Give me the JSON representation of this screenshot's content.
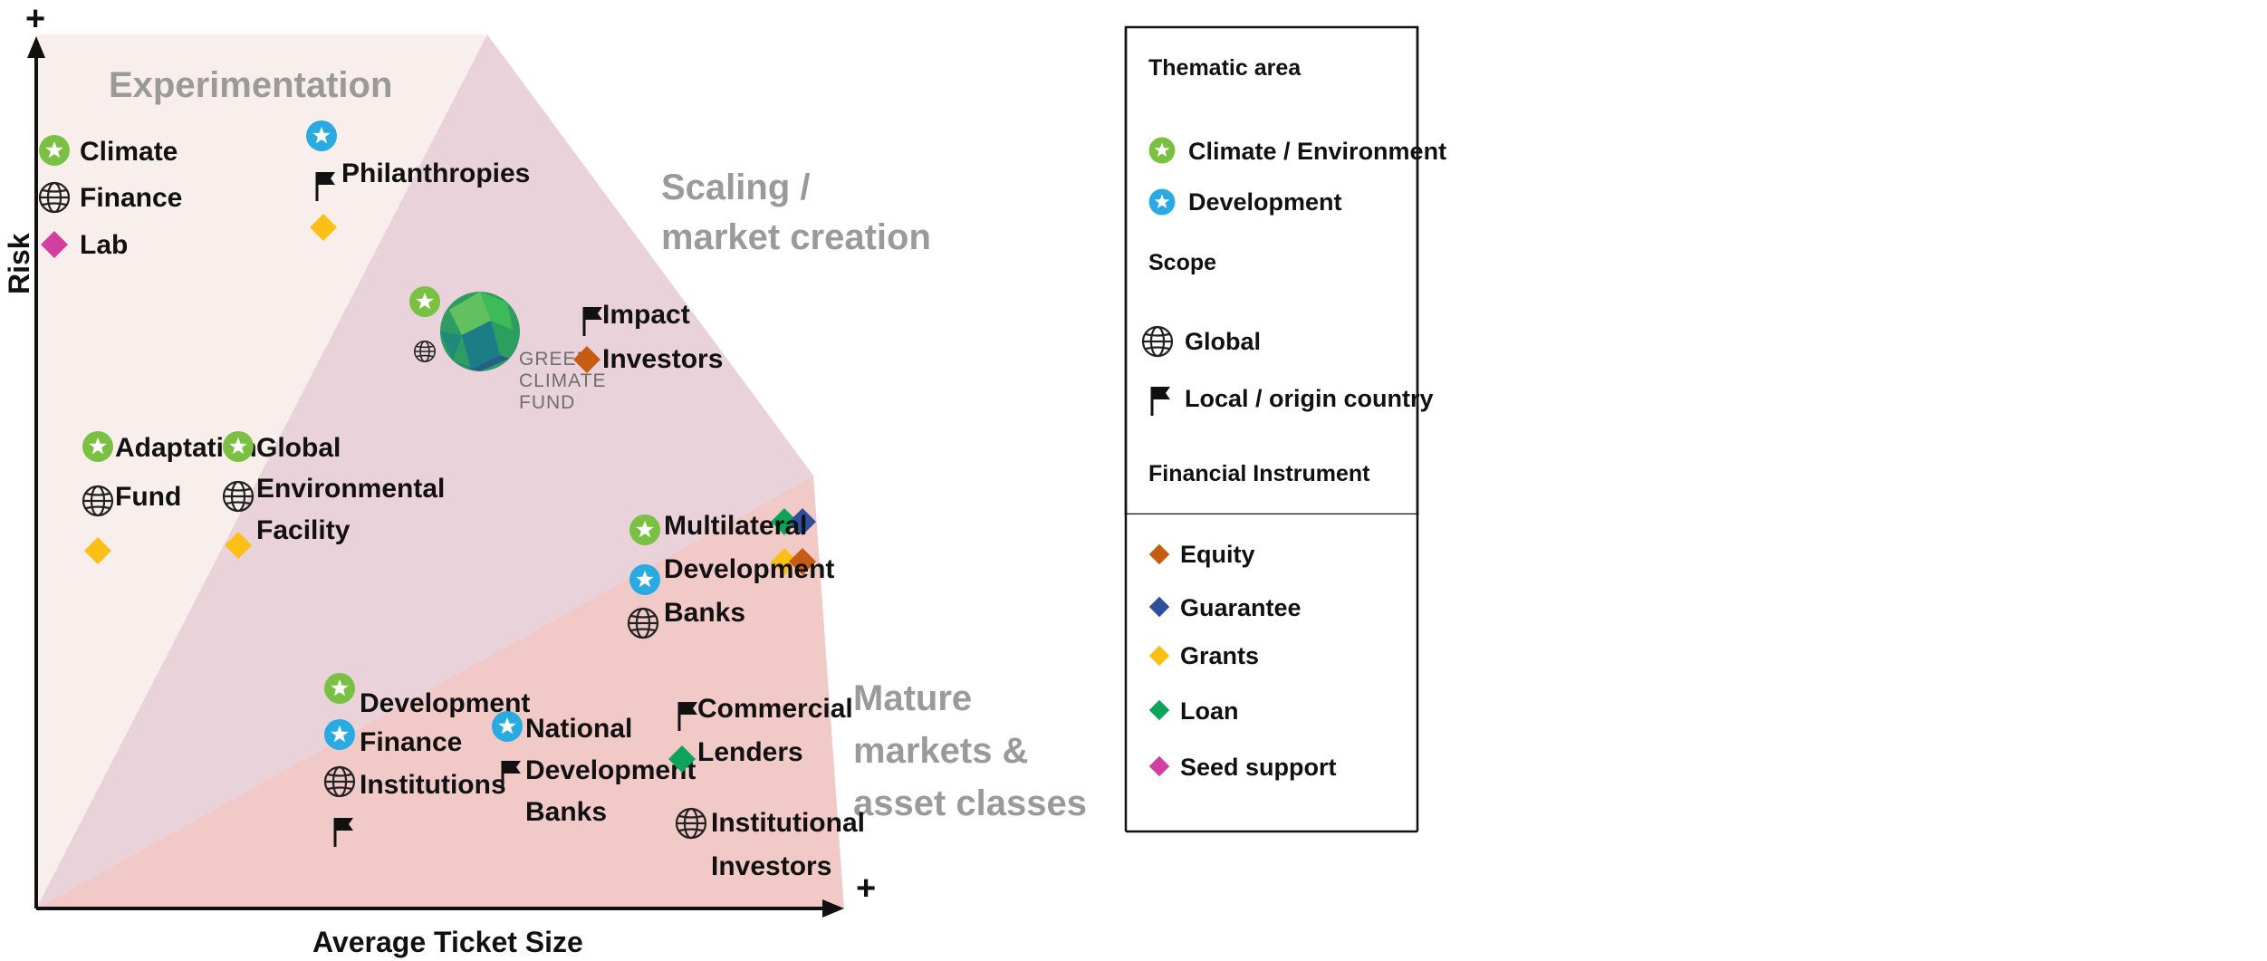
{
  "colors": {
    "climate": "#7ac143",
    "development": "#29aae1",
    "equity": "#c75b12",
    "guarantee": "#2f4f9c",
    "grants": "#fbbf16",
    "loan": "#0ba45a",
    "seed": "#d23fa0",
    "zone_experimentation": "#f8efec",
    "zone_scaling": "#e9d2da",
    "zone_mature": "#f1c9c7"
  },
  "axes": {
    "x_title": "Average Ticket Size",
    "y_title": "Risk",
    "x_plus": "+",
    "y_plus": "+"
  },
  "zones": {
    "experimentation": "Experimentation",
    "scaling_1": "Scaling /",
    "scaling_2": "market creation",
    "mature_1": "Mature",
    "mature_2": "markets &",
    "mature_3": "asset classes"
  },
  "actors": {
    "cfl": [
      "Climate",
      "Finance",
      "Lab"
    ],
    "phil": "Philanthropies",
    "gcf": [
      "GREEN",
      "CLIMATE",
      "FUND"
    ],
    "impact": [
      "Impact",
      "Investors"
    ],
    "adapt": [
      "Adaptation",
      "Fund"
    ],
    "gef": [
      "Global",
      "Environmental",
      "Facility"
    ],
    "mdb": [
      "Multilateral",
      "Development",
      "Banks"
    ],
    "dfi": [
      "Development",
      "Finance",
      "Institutions"
    ],
    "ndb": [
      "National",
      "Development",
      "Banks"
    ],
    "comm": [
      "Commercial",
      "Lenders"
    ],
    "inst": [
      "Institutional",
      "Investors"
    ]
  },
  "legend": {
    "thematic_title": "Thematic area",
    "climate": "Climate / Environment",
    "development": "Development",
    "scope_title": "Scope",
    "global": "Global",
    "local": "Local / origin country",
    "instrument_title": "Financial Instrument",
    "equity": "Equity",
    "guarantee": "Guarantee",
    "grants": "Grants",
    "loan": "Loan",
    "seed": "Seed support"
  }
}
